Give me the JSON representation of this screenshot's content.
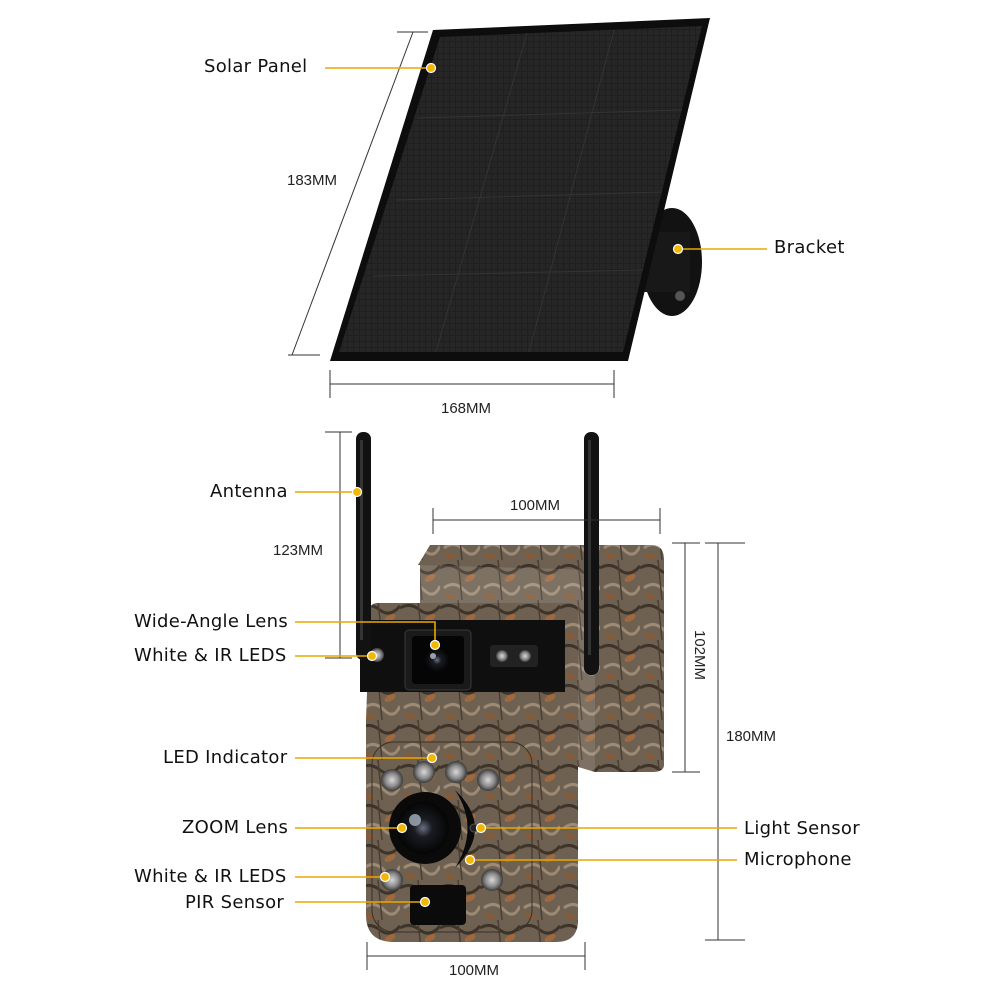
{
  "callouts": {
    "solar_panel": "Solar Panel",
    "bracket": "Bracket",
    "antenna": "Antenna",
    "wide_angle_lens": "Wide-Angle Lens",
    "white_ir_leds_top": "White & IR LEDS",
    "led_indicator": "LED Indicator",
    "zoom_lens": "ZOOM Lens",
    "light_sensor": "Light Sensor",
    "microphone": "Microphone",
    "white_ir_leds_bottom": "White & IR LEDS",
    "pir_sensor": "PIR Sensor"
  },
  "dimensions": {
    "panel_height": "183MM",
    "panel_width": "168MM",
    "antenna_height": "123MM",
    "camera_top_width": "100MM",
    "camera_back_height": "102MM",
    "camera_total_height": "180MM",
    "camera_bottom_width": "100MM"
  },
  "colors": {
    "callout_line": "#e8a800",
    "callout_dot": "#f2b705",
    "dimension_line": "#333333",
    "panel": "#1c1c1c",
    "camo": "#6b5a48"
  }
}
